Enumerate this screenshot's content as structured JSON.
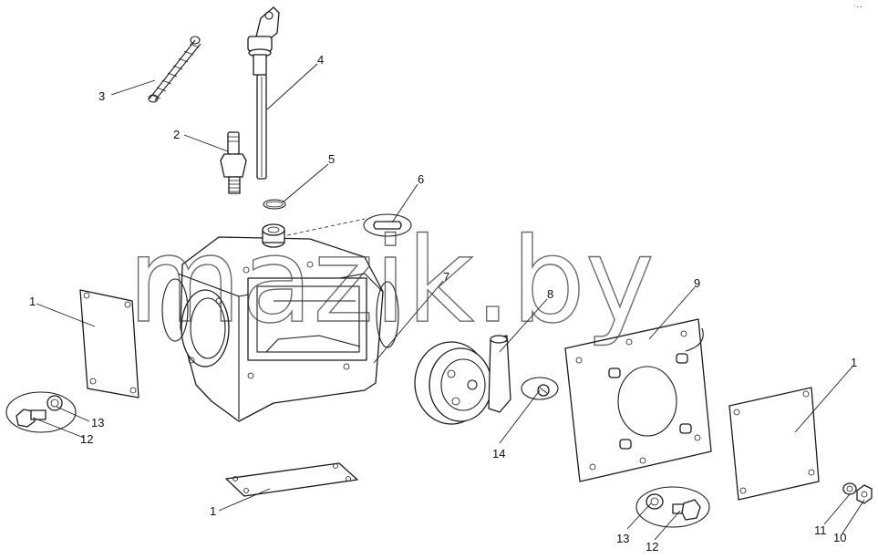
{
  "watermark": "mazik.by",
  "corner_mark": "°••",
  "callouts": {
    "c1a": "1",
    "c1b": "1",
    "c1c": "1",
    "c2": "2",
    "c3": "3",
    "c4": "4",
    "c5": "5",
    "c6": "6",
    "c7": "7",
    "c8": "8",
    "c9": "9",
    "c10": "10",
    "c11": "11",
    "c12a": "12",
    "c12b": "12",
    "c13a": "13",
    "c13b": "13",
    "c14": "14"
  }
}
